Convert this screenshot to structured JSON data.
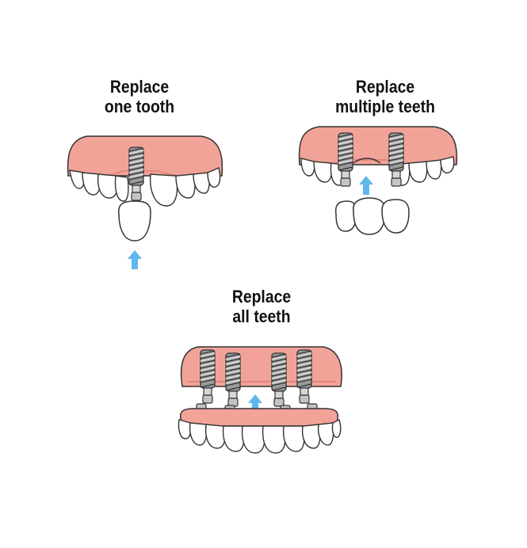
{
  "panels": [
    {
      "id": "single",
      "title_line1": "Replace",
      "title_line2": "one tooth"
    },
    {
      "id": "multiple",
      "title_line1": "Replace",
      "title_line2": "multiple teeth"
    },
    {
      "id": "all",
      "title_line1": "Replace",
      "title_line2": "all teeth"
    }
  ],
  "colors": {
    "gum": "#f2a398",
    "gum_dark": "#e07e74",
    "tooth": "#ffffff",
    "outline": "#333333",
    "implant": "#9a9a9a",
    "implant_light": "#d6d6d6",
    "arrow": "#5fb8ee"
  },
  "icons": {
    "arrow": "arrow-up-icon",
    "implant": "implant-screw-icon"
  }
}
